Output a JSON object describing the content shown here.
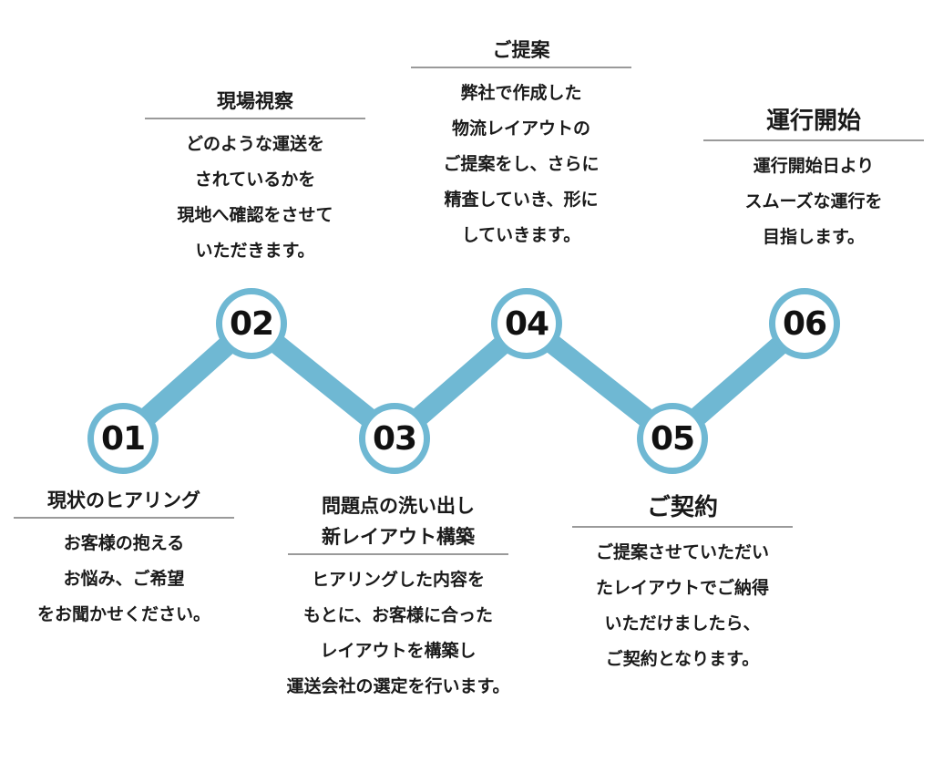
{
  "colors": {
    "connector": "#6fb8d3",
    "circle_border": "#6fb8d3",
    "rule": "#9a9a9a",
    "text": "#1a1a1a"
  },
  "steps": [
    {
      "number": "01",
      "titles": [
        "現状のヒアリング"
      ],
      "body": [
        "お客様の抱える",
        "お悩み、ご希望",
        "をお聞かせください。"
      ]
    },
    {
      "number": "02",
      "titles": [
        "現場視察"
      ],
      "body": [
        "どのような運送を",
        "されているかを",
        "現地へ確認をさせて",
        "いただきます。"
      ]
    },
    {
      "number": "03",
      "titles": [
        "問題点の洗い出し",
        "新レイアウト構築"
      ],
      "body": [
        "ヒアリングした内容を",
        "もとに、お客様に合った",
        "レイアウトを構築し",
        "運送会社の選定を行います。"
      ]
    },
    {
      "number": "04",
      "titles": [
        "ご提案"
      ],
      "body": [
        "弊社で作成した",
        "物流レイアウトの",
        "ご提案をし、さらに",
        "精査していき、形に",
        "していきます。"
      ]
    },
    {
      "number": "05",
      "titles": [
        "ご契約"
      ],
      "body": [
        "ご提案させていただい",
        "たレイアウトでご納得",
        "いただけましたら、",
        "ご契約となります。"
      ]
    },
    {
      "number": "06",
      "titles": [
        "運行開始"
      ],
      "body": [
        "運行開始日より",
        "スムーズな運行を",
        "目指します。"
      ]
    }
  ]
}
